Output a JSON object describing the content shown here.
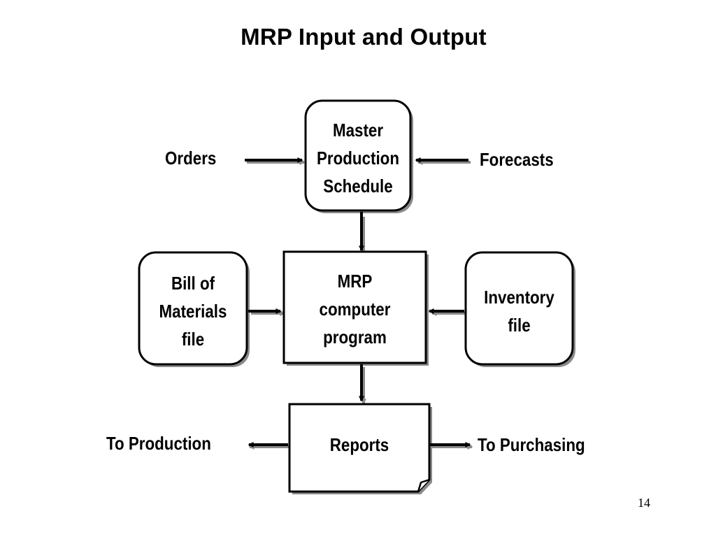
{
  "title": "MRP Input and Output",
  "nodes": {
    "master_production_schedule": {
      "lines": [
        "Master",
        "Production",
        "Schedule"
      ]
    },
    "mrp_program": {
      "lines": [
        "MRP",
        "computer",
        "program"
      ]
    },
    "bill_of_materials": {
      "lines": [
        "Bill of",
        "Materials",
        "file"
      ]
    },
    "inventory_file": {
      "lines": [
        "Inventory",
        "file"
      ]
    },
    "reports": {
      "lines": [
        "Reports"
      ]
    }
  },
  "inputs": {
    "orders": "Orders",
    "forecasts": "Forecasts"
  },
  "outputs": {
    "to_production": "To Production",
    "to_purchasing": "To Purchasing"
  },
  "page_number": "14"
}
